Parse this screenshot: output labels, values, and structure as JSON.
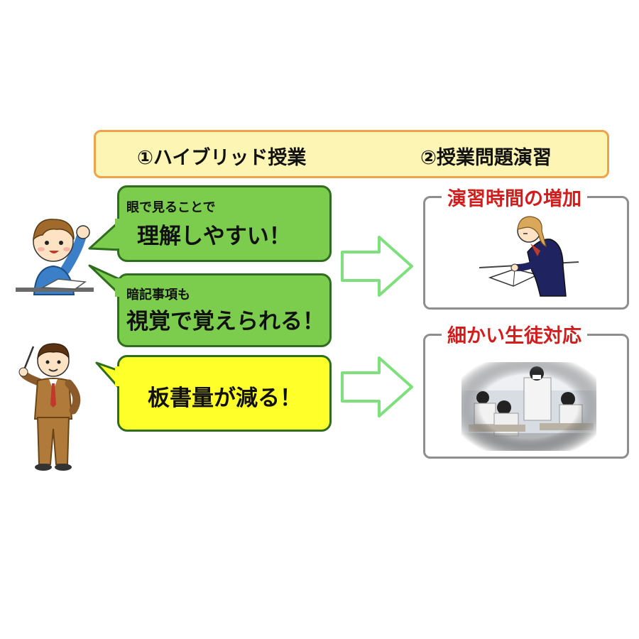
{
  "header": {
    "step1_label": "①ハイブリッド授業",
    "step2_label": "②授業問題演習"
  },
  "bubbles": [
    {
      "small": "眼で見ることで",
      "big": "理解しやすい！"
    },
    {
      "small": "暗記事項も",
      "big": "視覚で覚えられる！"
    },
    {
      "big": "板書量が減る！"
    }
  ],
  "results": [
    {
      "title": "演習時間の増加"
    },
    {
      "title": "細かい生徒対応"
    }
  ],
  "colors": {
    "header_bg": "#fdf5b3",
    "header_border": "#f0a248",
    "bubble_green": "#7ccd4e",
    "bubble_yellow": "#ffff2a",
    "arrow_green": "#7de07d",
    "result_title": "#d21d1d"
  }
}
